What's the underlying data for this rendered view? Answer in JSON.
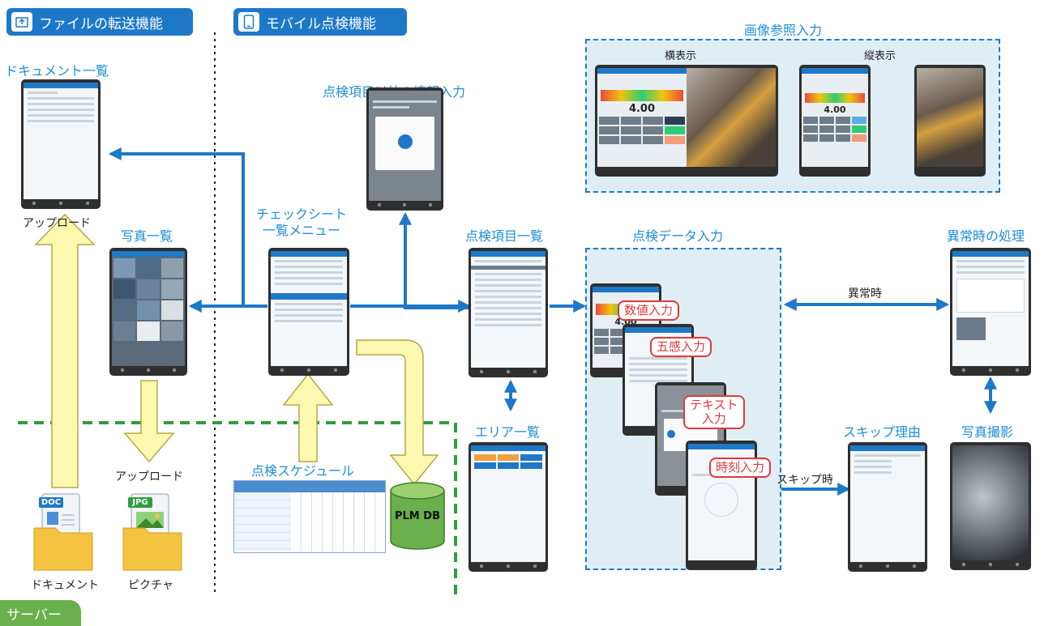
{
  "badges": {
    "file_transfer": "ファイルの転送機能",
    "mobile": "モバイル点検機能",
    "server": "サーバー"
  },
  "labels": {
    "document_list": "ドキュメント一覧",
    "upload_top": "アップロード",
    "photo_list": "写真一覧",
    "upload_bottom": "アップロード",
    "document": "ドキュメント",
    "picture": "ピクチャ",
    "doc_tag": "DOC",
    "jpg_tag": "JPG",
    "other_info": "点検項目以外の情報入力",
    "checksheet_line1": "チェックシート",
    "checksheet_line2": "一覧メニュー",
    "schedule": "点検スケジュール",
    "plm_db": "PLM DB",
    "item_list": "点検項目一覧",
    "area_list": "エリア一覧",
    "data_input": "点検データ入力",
    "image_ref": "画像参照入力",
    "horizontal": "横表示",
    "vertical": "縦表示",
    "abnormal_handling": "異常時の処理",
    "abnormal": "異常時",
    "skip_reason": "スキップ理由",
    "skip_when": "スキップ時",
    "photo_capture": "写真撮影",
    "numeric": "数値入力",
    "five_senses": "五感入力",
    "text_input_l1": "テキスト",
    "text_input_l2": "入力",
    "time_input": "時刻入力",
    "value_display": "4.00"
  },
  "colors": {
    "blue": "#1e78c8",
    "caption_blue": "#1e8ed6",
    "green": "#2e9e3e",
    "yellow": "#fdf8b0",
    "yellow_border": "#b5a848",
    "red": "#e0383d",
    "panel": "#dfeef5"
  }
}
